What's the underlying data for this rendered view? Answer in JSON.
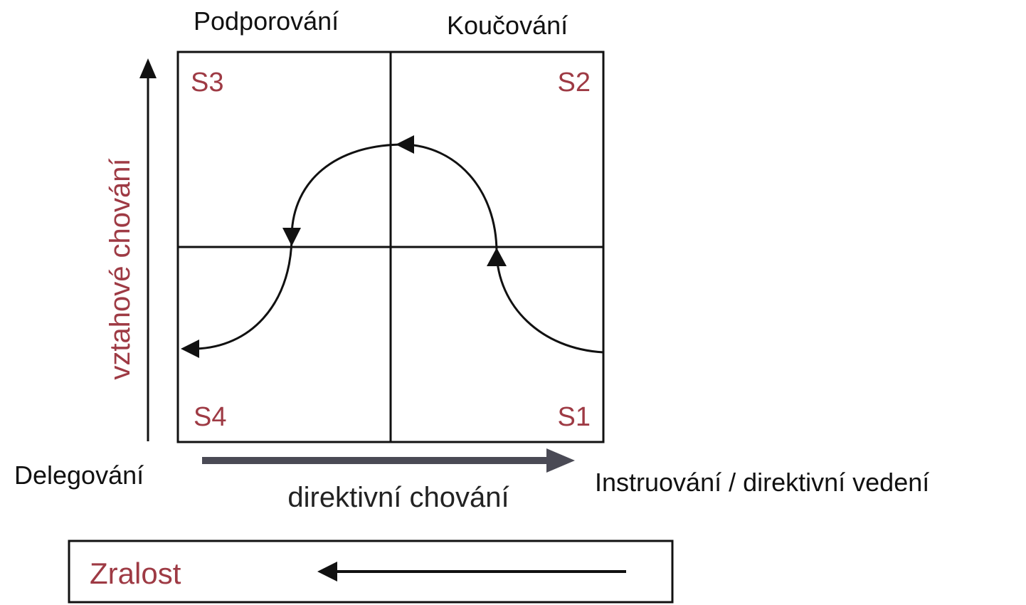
{
  "colors": {
    "red_label": "#9e3a44",
    "ink": "#111111",
    "arrow_gray": "#4a4a55"
  },
  "labels": {
    "top_left": "Podporování",
    "top_right": "Koučování",
    "left": "Delegování",
    "right": "Instruování / direktivní  vedení",
    "x_axis": "direktivní chování",
    "y_axis": "vztahové chování",
    "maturity": "Zralost"
  },
  "quadrants": {
    "s3": "S3",
    "s2": "S2",
    "s4": "S4",
    "s1": "S1"
  }
}
